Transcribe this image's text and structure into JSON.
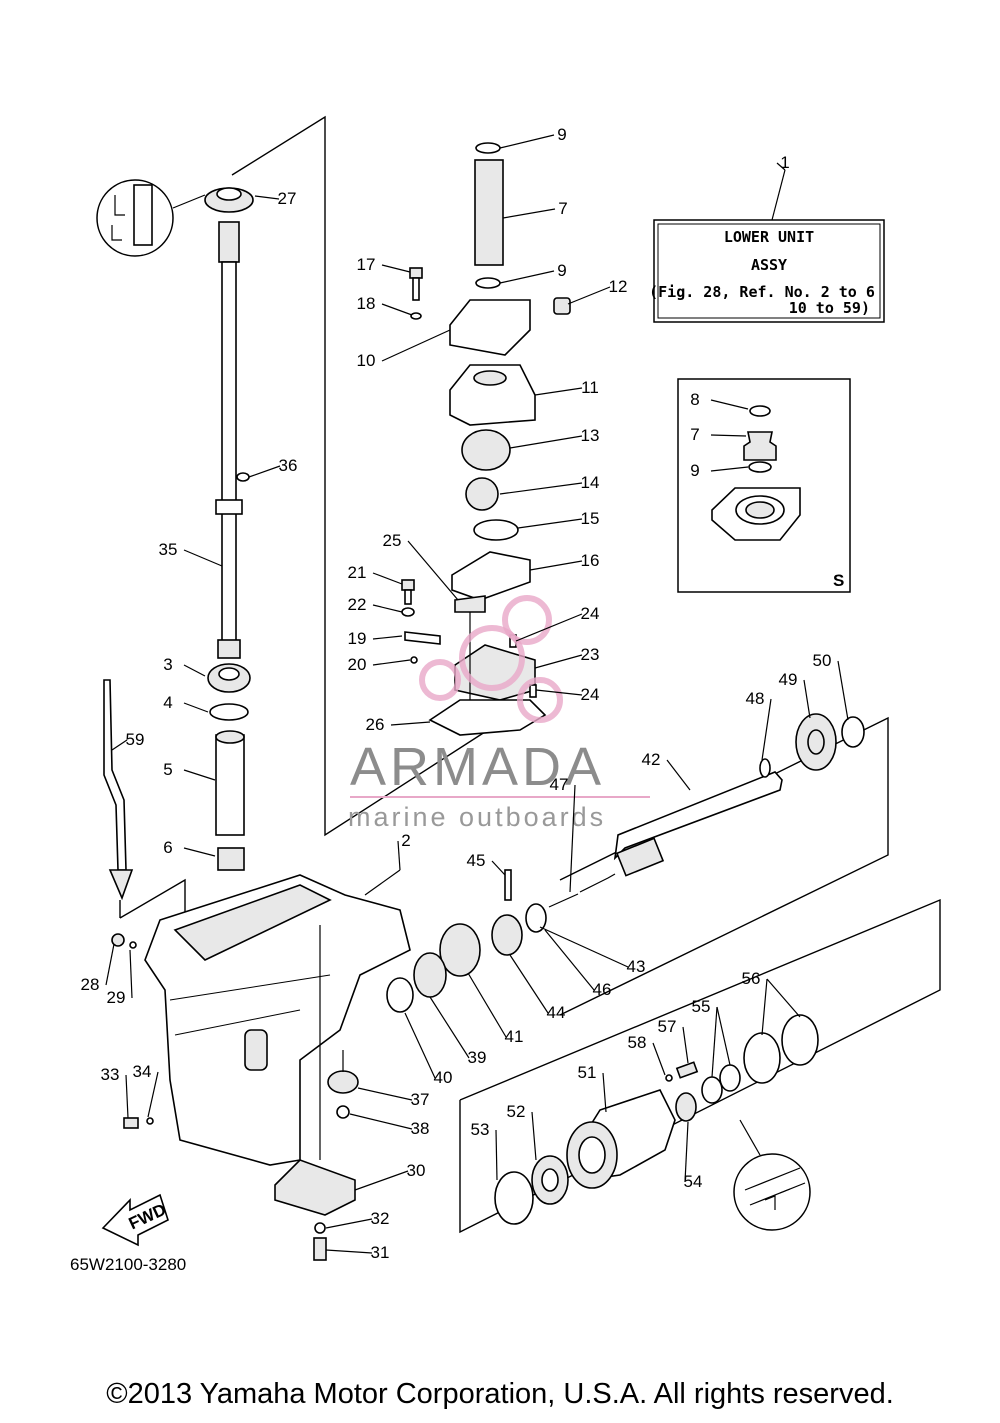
{
  "title_box": {
    "line1": "LOWER UNIT",
    "line2": "ASSY",
    "line3": "(Fig. 28, Ref. No. 2 to 6",
    "line4": "10 to 59)"
  },
  "inset_s_label": "S",
  "fwd_label": "FWD",
  "diagram_code": "65W2100-3280",
  "watermark": {
    "brand": "ARMADA",
    "subtitle": "marine outboards",
    "logo_color": "#e8a8c8",
    "text_color": "#8c8c8c"
  },
  "copyright": "©2013 Yamaha Motor Corporation, U.S.A. All rights reserved.",
  "callouts": [
    "1",
    "2",
    "3",
    "4",
    "5",
    "6",
    "7",
    "8",
    "9",
    "10",
    "11",
    "12",
    "13",
    "14",
    "15",
    "16",
    "17",
    "18",
    "19",
    "20",
    "21",
    "22",
    "23",
    "24",
    "25",
    "26",
    "27",
    "28",
    "29",
    "30",
    "31",
    "32",
    "33",
    "34",
    "35",
    "36",
    "37",
    "38",
    "39",
    "40",
    "41",
    "42",
    "43",
    "44",
    "45",
    "46",
    "47",
    "48",
    "49",
    "50",
    "51",
    "52",
    "53",
    "54",
    "55",
    "56",
    "57",
    "58",
    "59"
  ]
}
